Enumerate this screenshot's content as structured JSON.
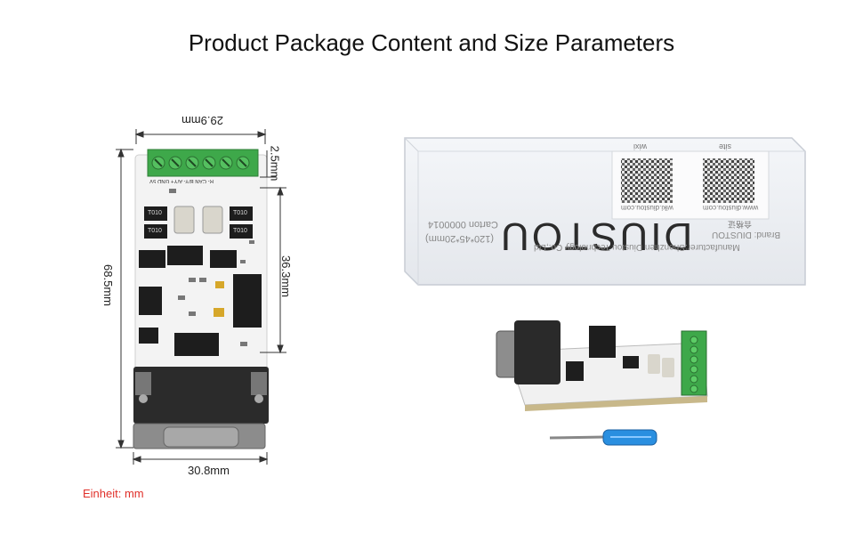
{
  "title": "Product Package Content and Size Parameters",
  "dimensions": {
    "top_width": "29.9mm",
    "terminal_height": "2.5mm",
    "total_height": "68.5mm",
    "mid_height": "36.3mm",
    "bottom_width": "30.8mm"
  },
  "unit_label": "Einheit: mm",
  "package": {
    "brand_text": "DIUSTOU",
    "carton_code": "Carton 0000014",
    "carton_size": "(120*45*20mm)",
    "brand_line": "Brand: DIUSTOU",
    "manufacturer_line": "Manufacturer:Shenzhen Diustou Technology Co.,Ltd",
    "qr_left_label": "wixi",
    "qr_right_label": "site",
    "url_left": "wiki.diustou.com",
    "url_right": "www.diustou.com",
    "cert_label": "合格证"
  },
  "board": {
    "chip_labels": [
      "T010",
      "T010",
      "T010",
      "T010"
    ],
    "terminal_labels": "R- CAN B/Y- A/Y+ GND 5V"
  }
}
